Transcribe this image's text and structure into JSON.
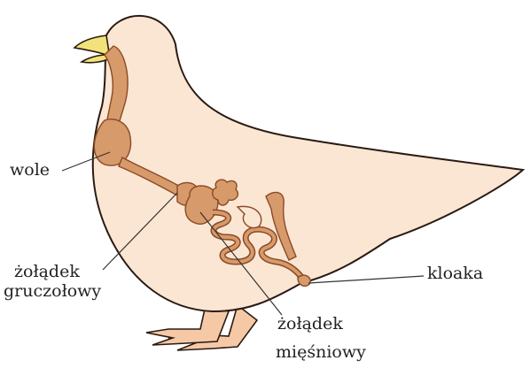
{
  "labels": {
    "crop": "wole",
    "glandular_stomach_line1": "żołądek",
    "glandular_stomach_line2": "gruczołowy",
    "muscular_stomach_line1": "żołądek",
    "muscular_stomach_line2": "mięśniowy",
    "cloaca": "kloaka"
  },
  "colors": {
    "body_fill": "#fbe6d4",
    "outline": "#2a1a12",
    "organ_fill": "#d79a6a",
    "organ_stroke": "#8a4a26",
    "beak": "#f2e27a",
    "feet": "#f6c9a6",
    "leader_line": "#333333"
  }
}
